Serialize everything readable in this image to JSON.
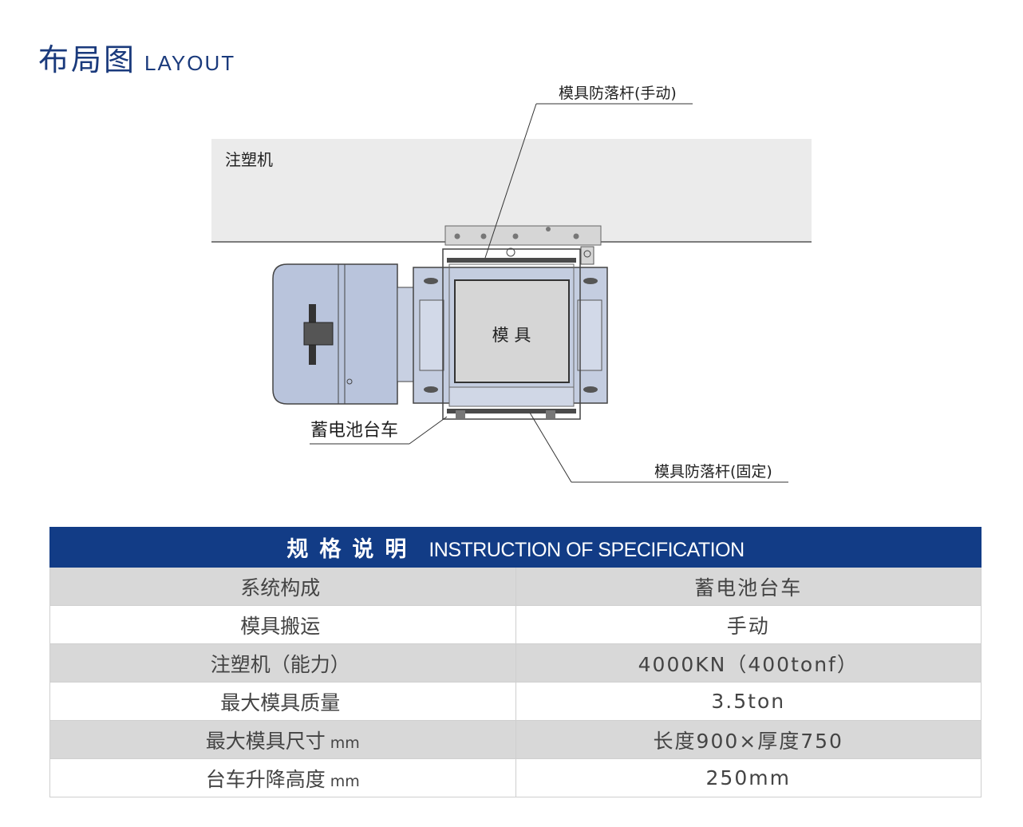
{
  "header": {
    "title_cn": "布局图",
    "title_en": "LAYOUT"
  },
  "diagram": {
    "injection_machine": "注塑机",
    "mold": "模 具",
    "battery_cart": "蓄电池台车",
    "drop_bar_manual": "模具防落杆(手动)",
    "drop_bar_fixed": "模具防落杆(固定)"
  },
  "spec": {
    "header_cn": "规格说明",
    "header_en": "INSTRUCTION OF SPECIFICATION",
    "rows": [
      {
        "label": "系统构成",
        "unit": "",
        "value": "蓄电池台车"
      },
      {
        "label": "模具搬运",
        "unit": "",
        "value": "手动"
      },
      {
        "label": "注塑机（能力）",
        "unit": "",
        "value": "4000KN（400tonf）"
      },
      {
        "label": "最大模具质量",
        "unit": "",
        "value": "3.5ton"
      },
      {
        "label": "最大模具尺寸",
        "unit": "mm",
        "value": "长度900×厚度750"
      },
      {
        "label": "台车升降高度",
        "unit": "mm",
        "value": "250mm"
      }
    ]
  },
  "colors": {
    "brand_blue": "#1a3a7c",
    "table_header": "#123c86",
    "row_shade": "#d8d8d8",
    "cart_blue": "#b9c4dc",
    "machine_gray": "#ebebeb"
  }
}
